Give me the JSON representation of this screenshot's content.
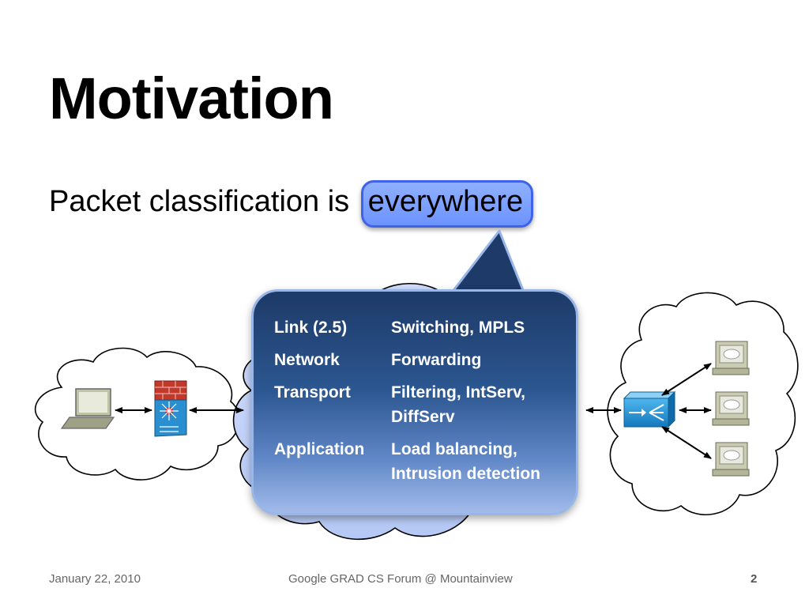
{
  "slide": {
    "title": "Motivation",
    "subtitle_prefix": "Packet classification is ",
    "subtitle_highlight": "everywhere"
  },
  "callout": {
    "rows": [
      {
        "layer": "Link (2.5)",
        "function": "Switching, MPLS"
      },
      {
        "layer": "Network",
        "function": "Forwarding"
      },
      {
        "layer": "Transport",
        "function": "Filtering, IntServ, DiffServ"
      },
      {
        "layer": "Application",
        "function": "Load balancing, Intrusion detection"
      }
    ]
  },
  "diagram": {
    "icons": [
      "laptop-icon",
      "firewall-icon",
      "load-balancer-icon",
      "server-icon"
    ],
    "colors": {
      "highlight_fill": "#7a9dff",
      "highlight_border": "#3f63e8",
      "callout_top": "#1d3a68",
      "callout_bottom": "#a2bbea",
      "switch_blue": "#1e8fd6",
      "firewall_red": "#c0392b"
    }
  },
  "footer": {
    "date": "January 22, 2010",
    "event": "Google GRAD CS Forum @ Mountainview",
    "page": "2"
  }
}
